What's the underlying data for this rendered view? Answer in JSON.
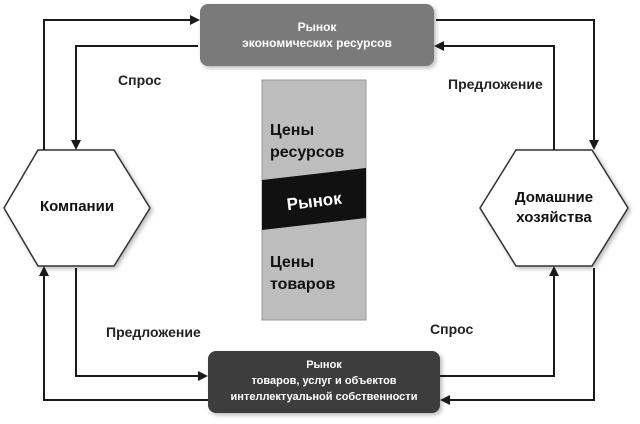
{
  "resource_market": {
    "line1": "Рынок",
    "line2": "экономических ресурсов"
  },
  "goods_market": {
    "line1": "Рынок",
    "line2": "товаров, услуг и объектов",
    "line3": "интеллектуальной собственности"
  },
  "companies": {
    "label": "Компании"
  },
  "households": {
    "line1": "Домашние",
    "line2": "хозяйства"
  },
  "center": {
    "resource_prices_line1": "Цены",
    "resource_prices_line2": "ресурсов",
    "market": "Рынок",
    "goods_prices_line1": "Цены",
    "goods_prices_line2": "товаров"
  },
  "flows": {
    "demand_top_left": "Спрос",
    "supply_top_right": "Предложение",
    "supply_bottom_left": "Предложение",
    "demand_bottom_right": "Спрос"
  },
  "colors": {
    "resource_box": "#7a7a7a",
    "goods_box": "#3c3c3c",
    "band": "#bdbdbd",
    "market_tag": "#111111",
    "arrow": "#1a1a1a"
  }
}
